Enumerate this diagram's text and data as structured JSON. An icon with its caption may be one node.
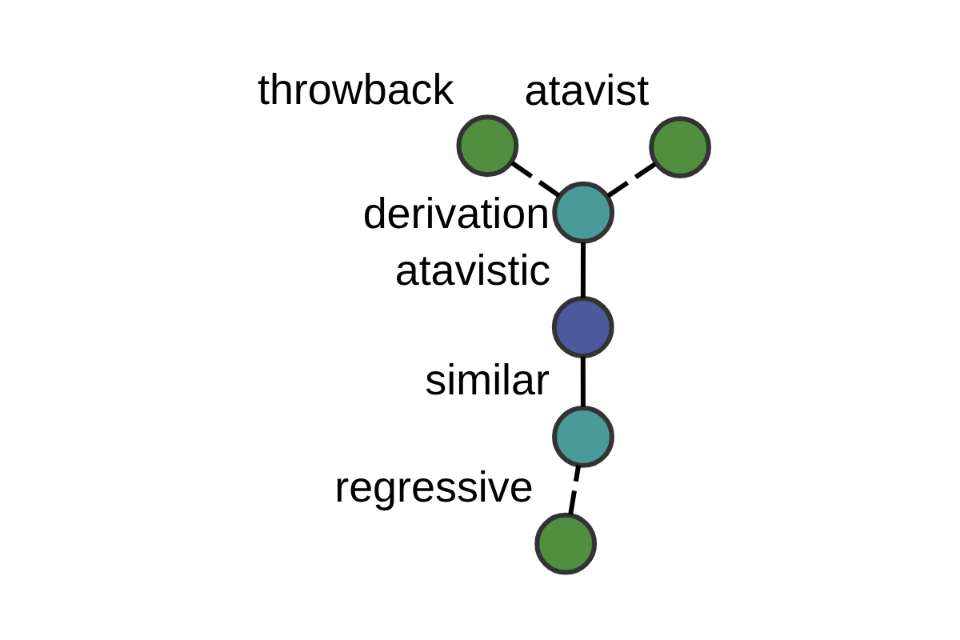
{
  "diagram": {
    "nodes": [
      {
        "text": [],
        "shape": "circle",
        "beside": [
          "regressive"
        ]
      },
      {
        "text": [],
        "shape": "circle",
        "beside": [
          "similar"
        ]
      },
      {
        "text": [],
        "shape": "circle",
        "beside": [
          "atavistic"
        ]
      },
      {
        "text": [],
        "shape": "circle",
        "beside": [
          "derivation"
        ]
      },
      {
        "text": [],
        "shape": "circle",
        "beside": [
          "atavist"
        ]
      },
      {
        "text": [],
        "shape": "circle",
        "beside": [
          "throwback"
        ]
      }
    ],
    "edges": [
      {
        "from": 0,
        "to": 1,
        "arrow": "none",
        "style": "dashed"
      },
      {
        "from": 1,
        "to": 2,
        "arrow": "none"
      },
      {
        "from": 2,
        "to": 3,
        "arrow": "none"
      },
      {
        "from": 3,
        "to": 4,
        "arrow": "none",
        "style": "dashed"
      },
      {
        "from": 3,
        "to": 5,
        "arrow": "none",
        "style": "dashed"
      }
    ]
  }
}
